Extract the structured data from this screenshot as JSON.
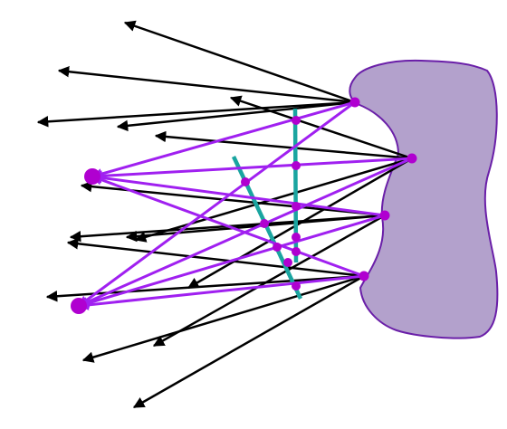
{
  "colors": {
    "background": "#ffffff",
    "object_fill": "#b3a1cc",
    "object_stroke": "#6a1fa8",
    "black_rays": "#000000",
    "purple_rays": "#a020f0",
    "purple_points": "#b000d0",
    "teal_lines": "#1aa5a0"
  },
  "diagram": {
    "object_label": "",
    "source_point_count": 4,
    "camera_center_count": 2,
    "black_ray_count": 16,
    "purple_ray_count": 8,
    "image_plane_count": 2
  }
}
